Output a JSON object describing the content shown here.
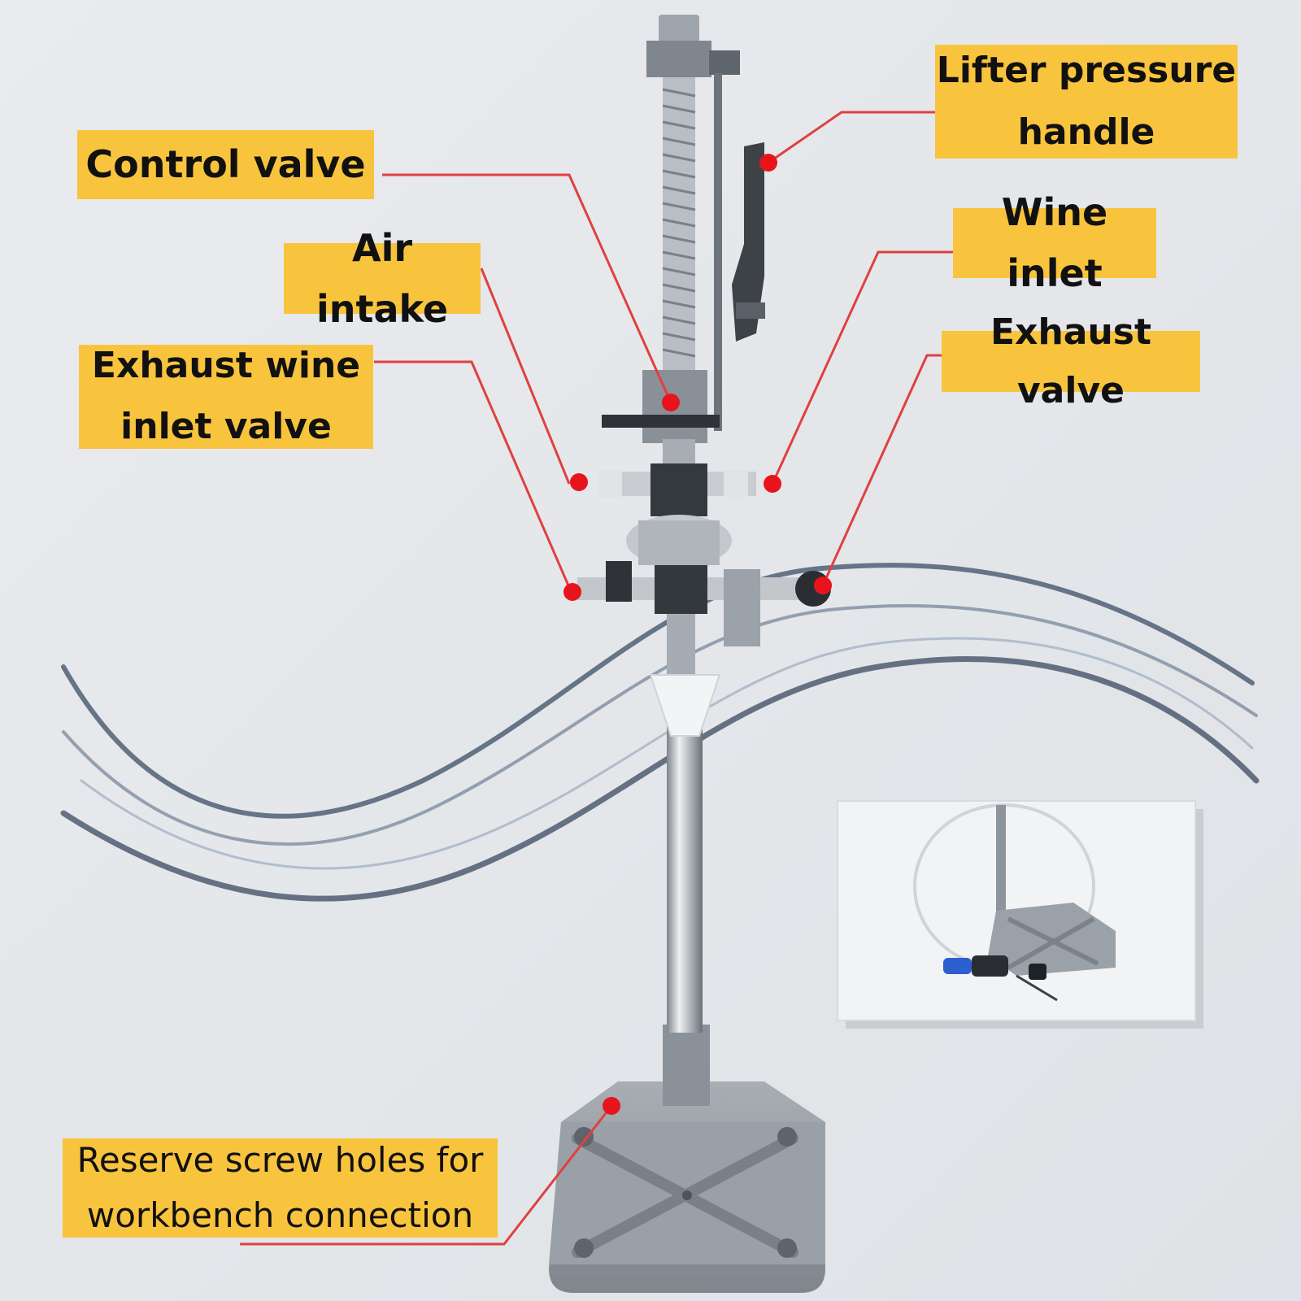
{
  "colors": {
    "background": "#eceef0",
    "label_fill": "#f9c43d",
    "callout_line": "#e04040",
    "callout_dot": "#e8141c",
    "metal": "#8f959c",
    "water": "#3b4d66"
  },
  "callouts": [
    {
      "id": "control",
      "text": "Control valve"
    },
    {
      "id": "air",
      "text": "Air intake"
    },
    {
      "id": "exhaustw",
      "text": "Exhaust wine\ninlet valve"
    },
    {
      "id": "lifter",
      "text": "Lifter pressure\nhandle"
    },
    {
      "id": "wine",
      "text": "Wine inlet"
    },
    {
      "id": "exhaustv",
      "text": "Exhaust valve"
    },
    {
      "id": "reserve",
      "text": "Reserve screw holes for\nworkbench connection"
    }
  ]
}
